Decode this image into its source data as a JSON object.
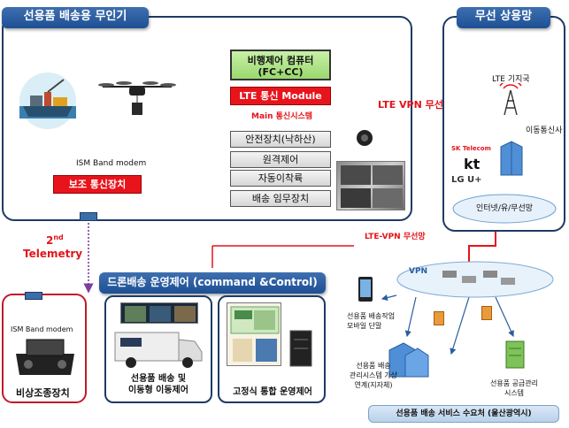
{
  "panels": {
    "drone_title": "선용품 배송용  무인기",
    "wireless_title": "무선 상용망",
    "ops_title": "드론배송 운영제어 (command  &Control)"
  },
  "drone": {
    "fc_line1": "비행제어 컴퓨터",
    "fc_line2": "(FC+CC)",
    "lte_module": "LTE 통신 Module",
    "main_comm": "Main 통신시스템",
    "safety": "안전장치(낙하산)",
    "remote": "원격제어",
    "auto_landing": "자동이착륙",
    "payload": "배송 임무장치",
    "ism_modem": "ISM Band modem",
    "aux_comm": "보조 통신장치"
  },
  "network": {
    "lte_vpn": "LTE VPN 무선망",
    "lte_vpn2": "LTE-VPN  무선망",
    "lte_base": "LTE 기지국",
    "carrier": "이동통신사",
    "carriers": [
      "SK Telecom",
      "kt",
      "LG U+"
    ],
    "internet": "인터넷/유/무선망",
    "vpn": "VPN"
  },
  "telemetry": {
    "super": "nd",
    "num": "2",
    "label": "Telemetry"
  },
  "ground": {
    "ism_modem": "ISM Band modem",
    "emergency": "비상조종장치",
    "mobile_line1": "선용품 배송 및",
    "mobile_line2": "이동형 이동제어",
    "fixed": "고정식  통합 운영제어"
  },
  "services": {
    "mobile_app_line1": "선용품 배송작업",
    "mobile_app_line2": "모바일 단말",
    "mgmt_line1": "선용품 배송",
    "mgmt_line2": "관리시스템 가상",
    "mgmt_line3": "연계(지자체)",
    "supply_line1": "선용품 공급관리",
    "supply_line2": "시스템",
    "consumer": "선용품 배송 서비스  수요처 (울산광역시)"
  },
  "colors": {
    "panel_border": "#1f3a63",
    "tab_blue": "#2a5da0",
    "alert_red": "#e3141b",
    "module_green": "#a9e07e",
    "telemetry_purple": "#7a3fa0"
  }
}
